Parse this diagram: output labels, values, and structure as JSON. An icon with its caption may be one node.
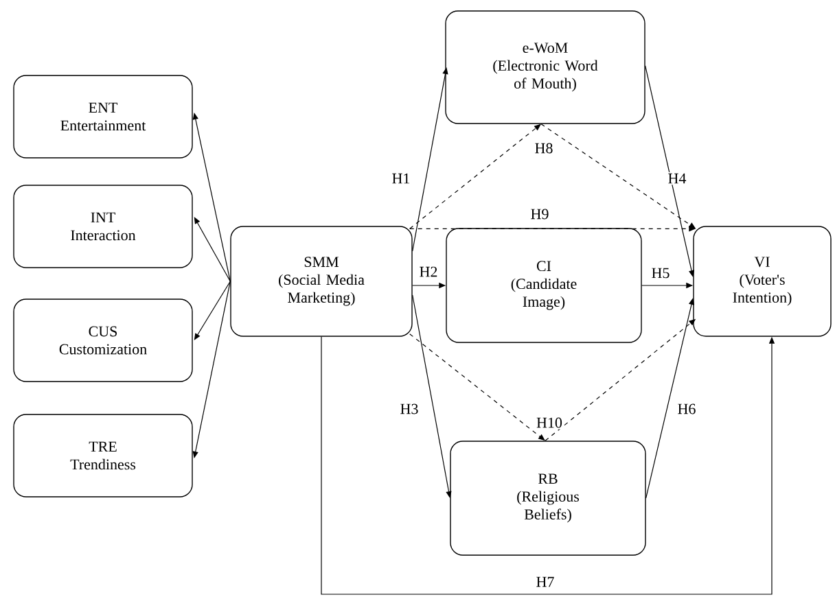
{
  "diagram": {
    "nodes": [
      {
        "text": [
          "ENT",
          "Entertainment"
        ]
      },
      {
        "text": [
          "INT",
          "Interaction"
        ]
      },
      {
        "text": [
          "CUS",
          "Customization"
        ]
      },
      {
        "text": [
          "TRE",
          "Trendiness"
        ]
      },
      {
        "text": [
          "SMM",
          "(Social Media Marketing)"
        ]
      },
      {
        "text": [
          "e-WoM",
          "(Electronic Word of Mouth)"
        ]
      },
      {
        "text": [
          "CI",
          "(Candidate Image)"
        ]
      },
      {
        "text": [
          "VI",
          "(Voter's Intention)"
        ]
      },
      {
        "text": [
          "RB",
          "(Religious Beliefs)"
        ]
      }
    ],
    "edges": [
      {
        "from": 4,
        "to": 0,
        "arrow": "to"
      },
      {
        "from": 4,
        "to": 1,
        "arrow": "to"
      },
      {
        "from": 4,
        "to": 2,
        "arrow": "to"
      },
      {
        "from": 4,
        "to": 3,
        "arrow": "to"
      },
      {
        "from": 4,
        "to": 5,
        "arrow": "to",
        "label": "H1"
      },
      {
        "from": 4,
        "to": 6,
        "arrow": "to",
        "label": "H2"
      },
      {
        "from": 4,
        "to": 8,
        "arrow": "to",
        "label": "H3"
      },
      {
        "from": 5,
        "to": 7,
        "arrow": "to",
        "label": "H4"
      },
      {
        "from": 6,
        "to": 7,
        "arrow": "to",
        "label": "H5"
      },
      {
        "from": 8,
        "to": 7,
        "arrow": "to",
        "label": "H6"
      },
      {
        "from": 4,
        "to": 7,
        "arrow": "to",
        "label": "H7"
      },
      {
        "from": 4,
        "to": 5,
        "arrow": "to",
        "style": "dashed",
        "label": "H8"
      },
      {
        "from": 5,
        "to": 7,
        "arrow": "to",
        "style": "dashed"
      },
      {
        "from": 4,
        "to": 7,
        "arrow": "to",
        "style": "dashed",
        "label": "H9"
      },
      {
        "from": 4,
        "to": 8,
        "arrow": "to",
        "style": "dashed",
        "label": "H10"
      },
      {
        "from": 8,
        "to": 7,
        "arrow": "to",
        "style": "dashed"
      }
    ]
  }
}
